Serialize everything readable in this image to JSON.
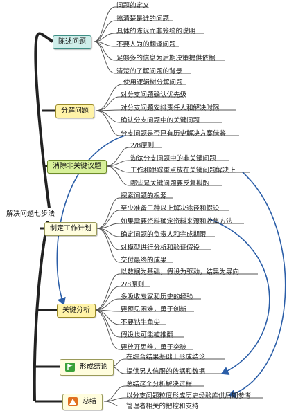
{
  "root": "解决问题七步法",
  "branches": [
    {
      "label": "陈述问题",
      "items": [
        "问题的定义",
        "搞清楚是谁的问题",
        "具体的陈诉而非笼统的说明",
        "不要人为的翻译问题",
        "足够多的信息为后期决策提供依据",
        "清楚的了解问题的背景"
      ]
    },
    {
      "label": "分解问题",
      "items": [
        "使用逻辑树分解问题",
        "对分支问题确认优先级",
        "对分支问题安排责任人和解决时限",
        "确认分支问题中的关键问题",
        "分支问题是否已有历史解决方案借鉴"
      ]
    },
    {
      "label": "消除非关键议题",
      "items": [
        "2/8原则",
        "淘汰分支问题中的非关键问题",
        "工作和跟踪重点放在关键问题解决上",
        "哪些是关键问题要反复斟酌"
      ]
    },
    {
      "label": "制定工作计划",
      "items": [
        "探索问题的根源",
        "至少准备三种以上解决途径和假设",
        "如果需要资料确定资料来源和收集方法",
        "确定问题的负责人和完成期限",
        "对模型进行分析和验证假设",
        "交付最终的成果"
      ]
    },
    {
      "label": "关键分析",
      "items": [
        "以数据为基础，假设为驱动，结果为导向",
        "2/8原则",
        "多吸收专家和历史的经验",
        "要预见困难，勇于创新",
        "不要钻牛角尖",
        "假设也可能被推翻",
        "要放开思维，勇于突破"
      ]
    },
    {
      "label": "形成结论",
      "icon": "green-flag-icon",
      "items": [
        "在综合结果基础上形成结论",
        "提供另人信服的依据和数据"
      ]
    },
    {
      "label": "总结",
      "icon": "warning-icon",
      "items": [
        "总结这个分析解决过程",
        "以分支问题粒度形成历史经验库供后期参考",
        "管理者相关的把控和支持"
      ]
    }
  ],
  "colors": {
    "teal": "#cfeeea",
    "yellow": "#fff3a8",
    "green": "#d7f09a",
    "pale": "#fffdde",
    "arrow": "#2b5ea8"
  }
}
